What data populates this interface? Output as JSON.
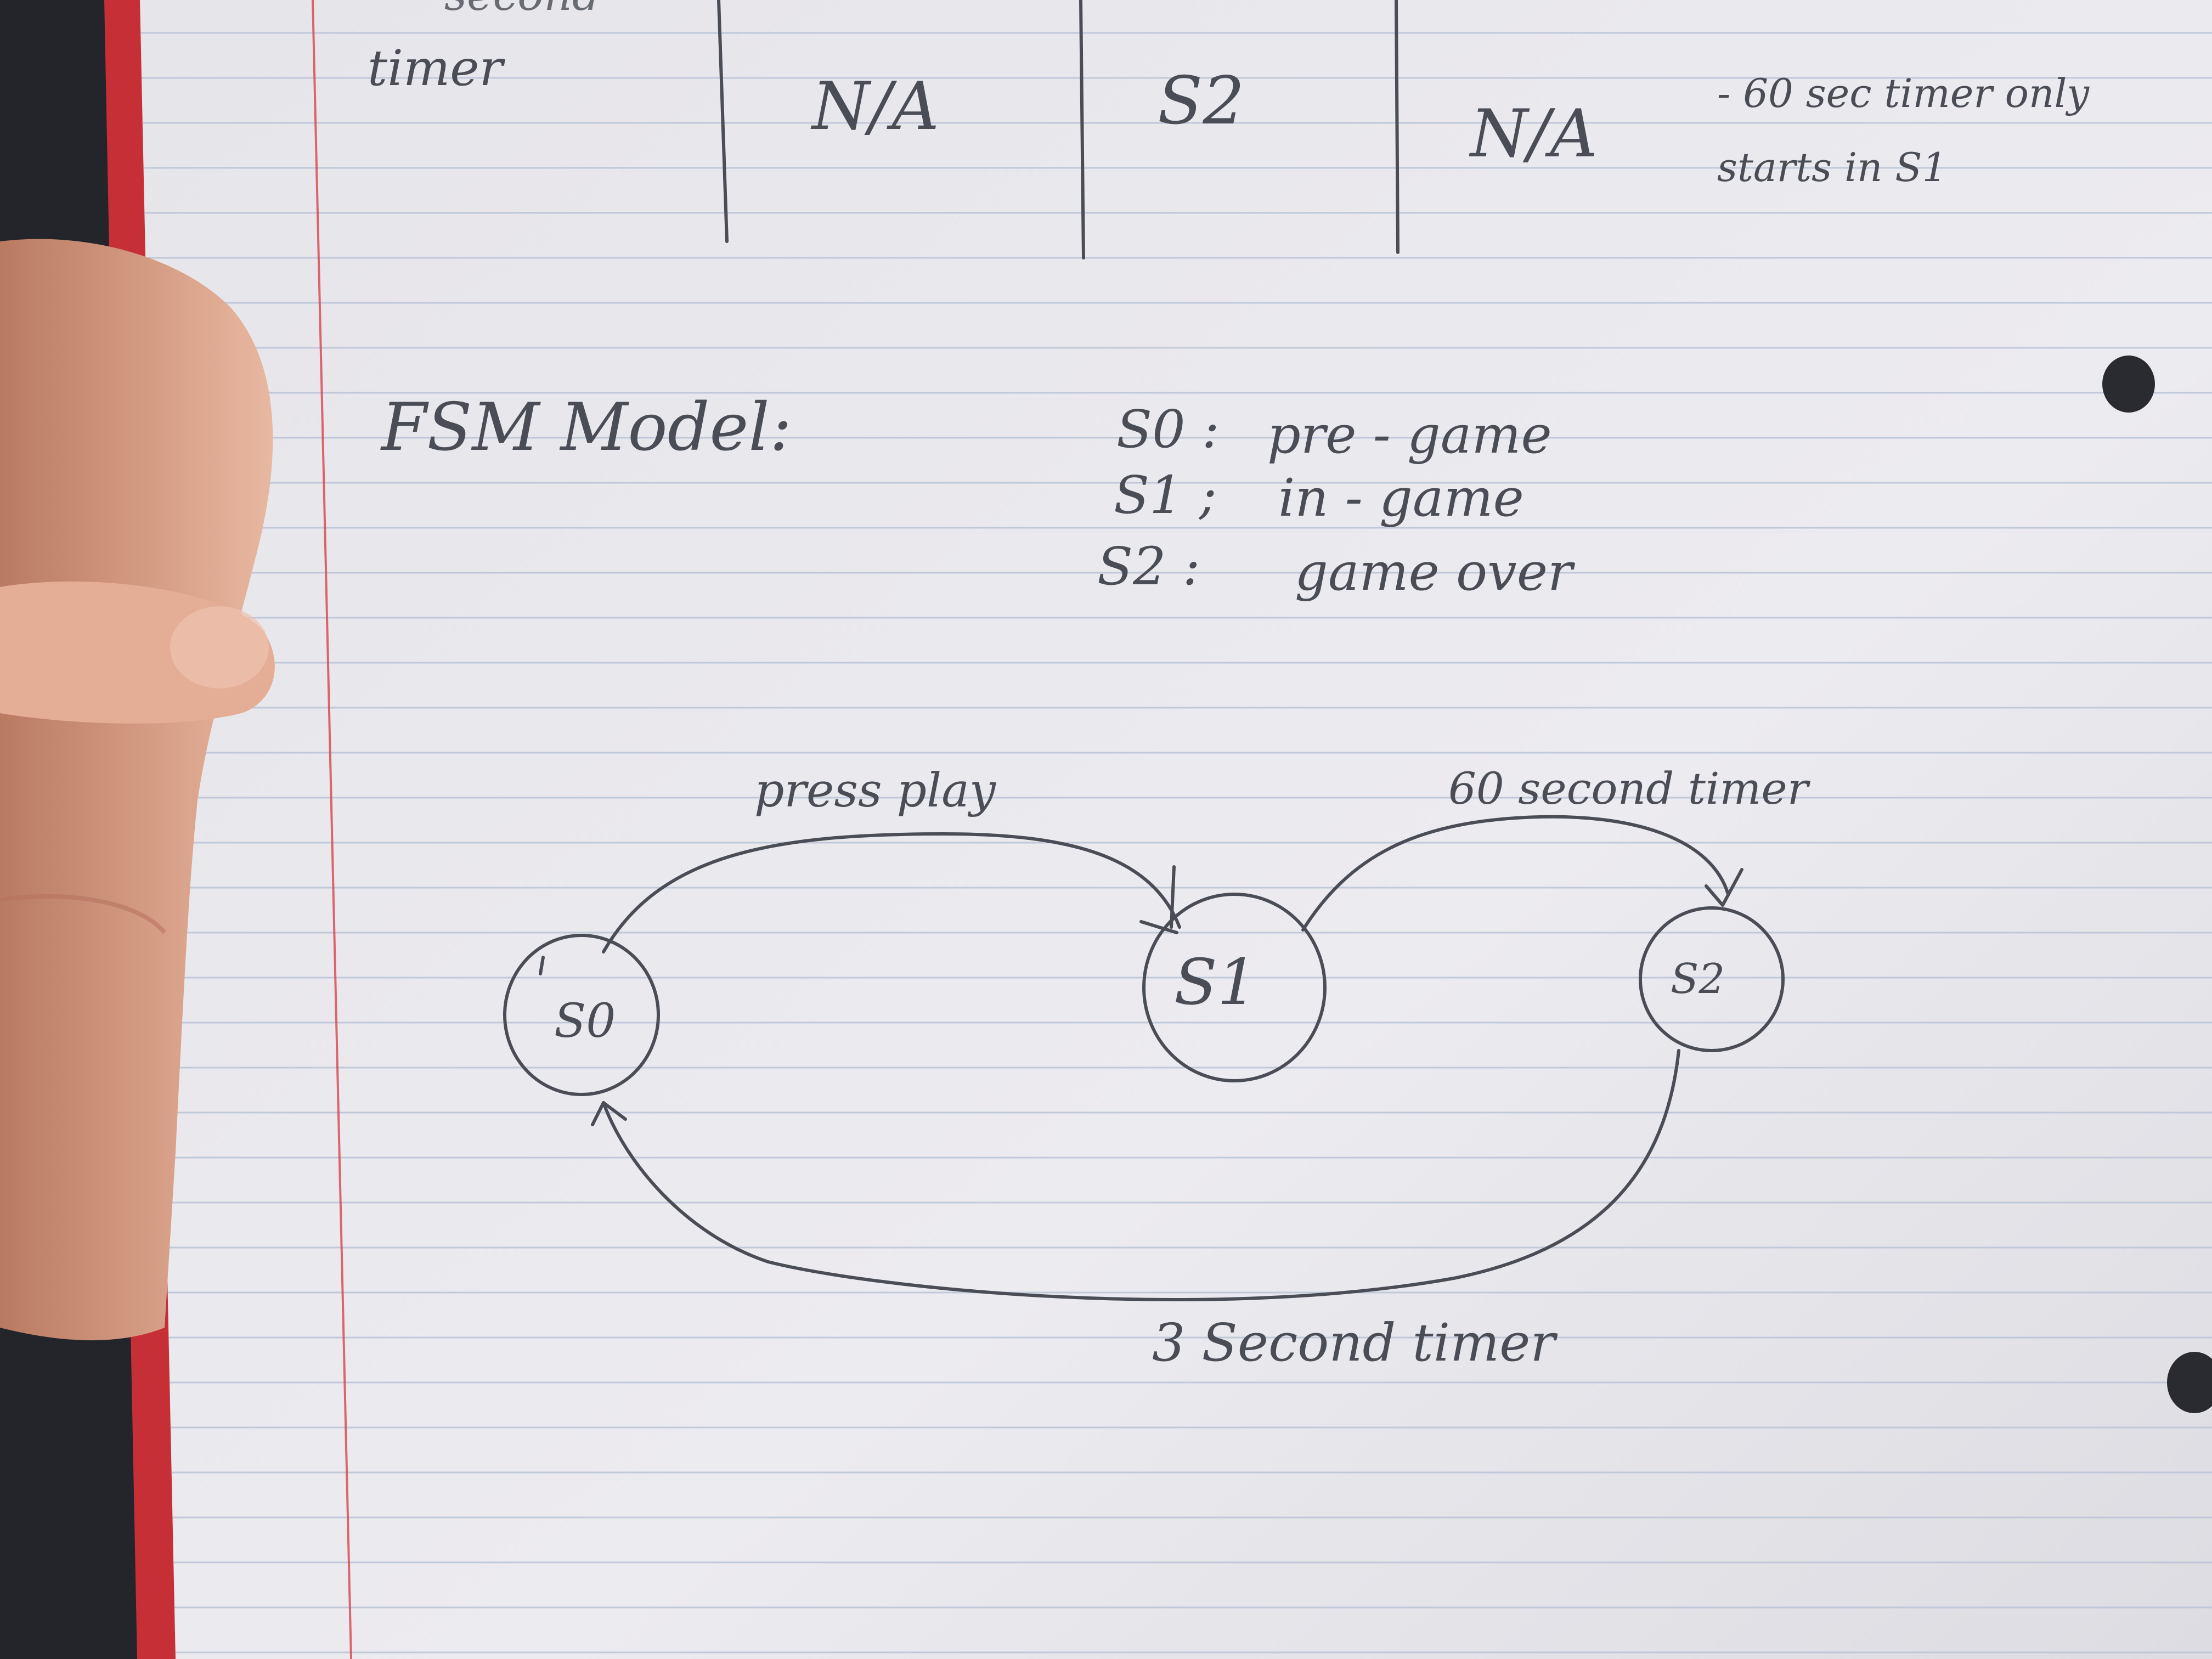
{
  "table": {
    "row_label": "timer",
    "row_label_partial": "second",
    "cells": [
      "N/A",
      "S2",
      "N/A"
    ],
    "note_line1": "- 60 sec timer only",
    "note_line2": "starts in S1"
  },
  "fsm": {
    "heading": "FSM Model:",
    "legend": [
      {
        "state": "S0 :",
        "meaning": "pre - game"
      },
      {
        "state": "S1 ;",
        "meaning": "in - game"
      },
      {
        "state": "S2 :",
        "meaning": "game over"
      }
    ],
    "states": [
      "S0",
      "S1",
      "S2"
    ],
    "transitions": [
      {
        "from": "S0",
        "to": "S1",
        "label": "press play"
      },
      {
        "from": "S1",
        "to": "S2",
        "label": "60 second timer"
      },
      {
        "from": "S2",
        "to": "S0",
        "label": "3 Second timer"
      }
    ]
  },
  "colors": {
    "paper": "#e9e8ec",
    "rule_line": "#b9c3d6",
    "margin_line": "#d9434c",
    "red_edge": "#c62f36",
    "pencil": "#4a4d55",
    "background": "#24252a",
    "skin": "#d9a189"
  }
}
